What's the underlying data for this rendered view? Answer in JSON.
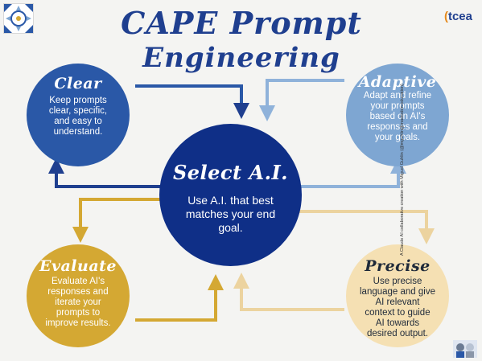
{
  "title": {
    "line1": "CAPE Prompt",
    "line2": "Engineering"
  },
  "brand": "tcea",
  "credit": "A Claude AI collaborative creation with Miguel Guhlin (@mguhlin@mastodon.education)",
  "nodes": {
    "clear": {
      "title": "Clear",
      "text": "Keep prompts clear, specific, and easy to understand."
    },
    "adaptive": {
      "title": "Adaptive",
      "text": "Adapt and refine your prompts based on AI's responses and your goals."
    },
    "select": {
      "title": "Select A.I.",
      "text": "Use A.I. that best matches your end goal."
    },
    "evaluate": {
      "title": "Evaluate",
      "text": "Evaluate AI's responses and iterate your prompts to improve results."
    },
    "precise": {
      "title": "Precise",
      "text": "Use precise language and give AI relevant context to guide AI towards desired output."
    }
  },
  "colors": {
    "clear": "#2a58a7",
    "adaptive": "#7ea6d2",
    "select": "#0f2f87",
    "evaluate": "#d4a833",
    "precise": "#f5e0b3",
    "title": "#1f3f8f"
  }
}
